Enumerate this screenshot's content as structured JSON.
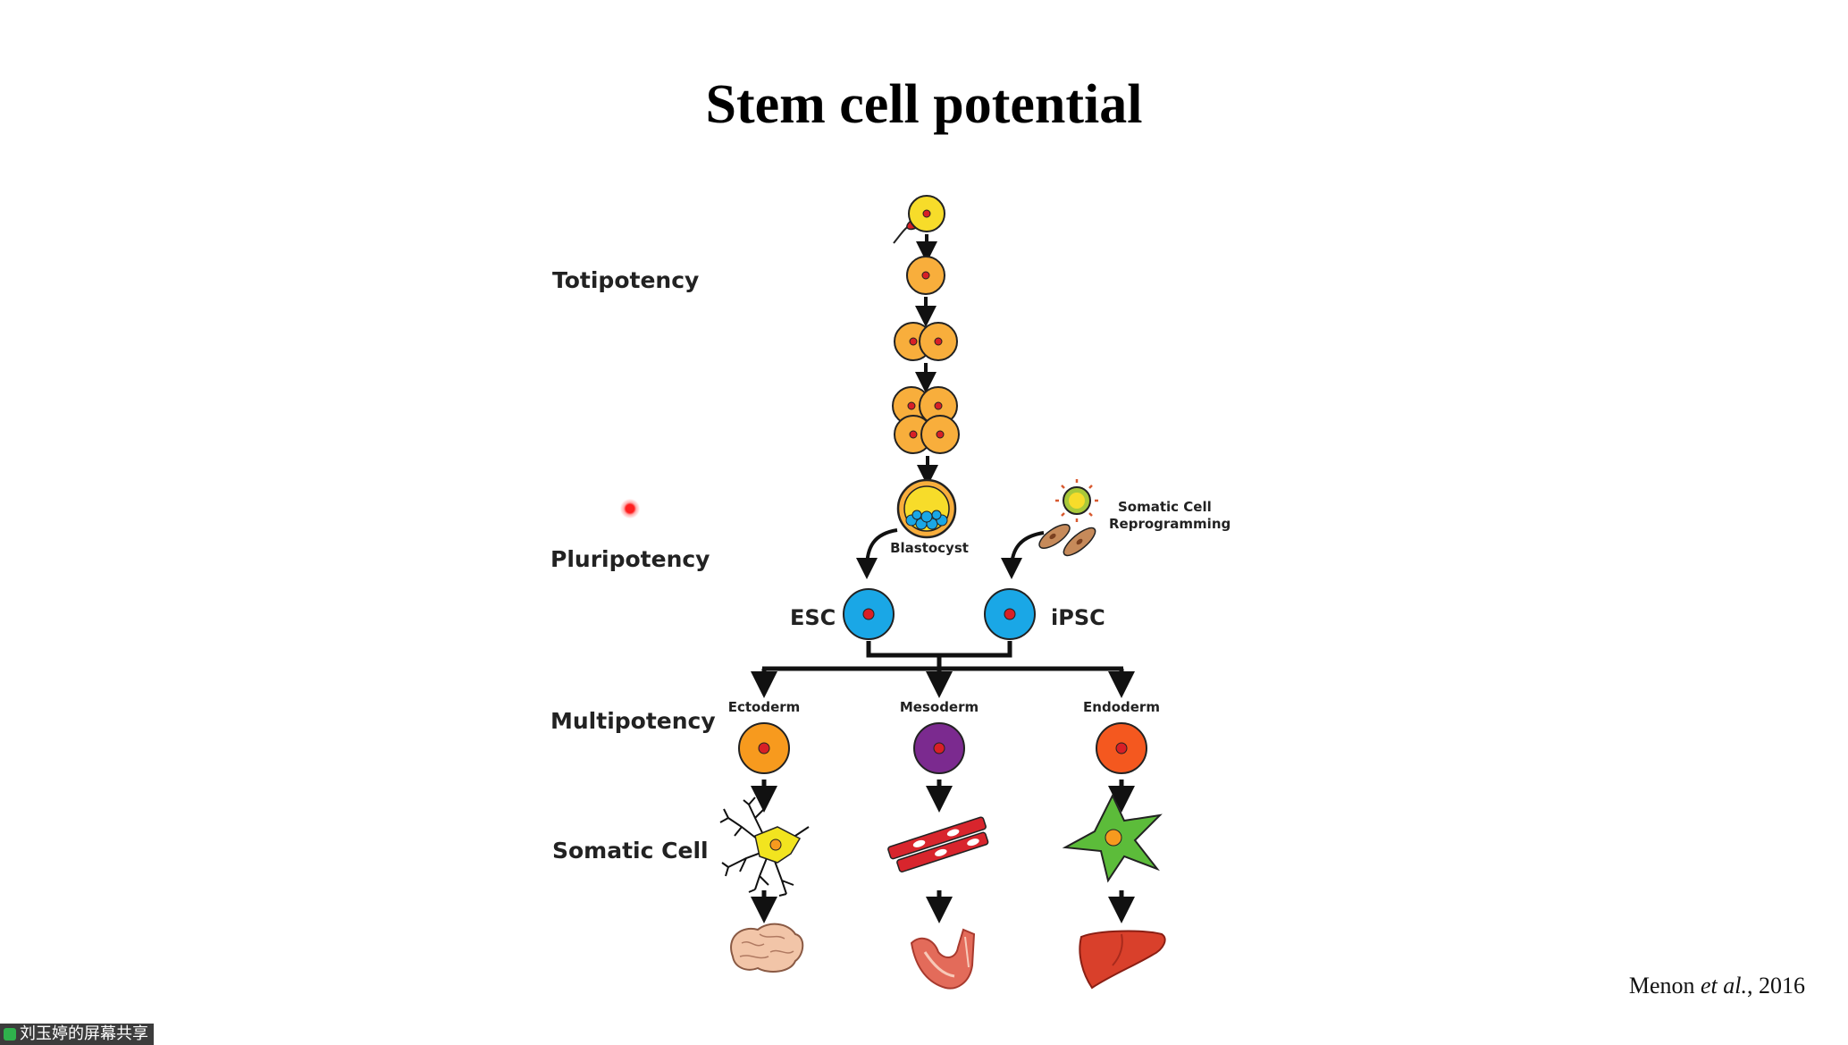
{
  "slide": {
    "title": "Stem cell potential",
    "citation": {
      "author": "Menon ",
      "etal": "et al.",
      "year": ", 2016"
    }
  },
  "levels": {
    "totipotency": "Totipotency",
    "pluripotency": "Pluripotency",
    "multipotency": "Multipotency",
    "somatic": "Somatic Cell"
  },
  "labels": {
    "blastocyst": "Blastocyst",
    "reprogramming_1": "Somatic Cell",
    "reprogramming_2": "Reprogramming",
    "esc": "ESC",
    "ipsc": "iPSC",
    "ectoderm": "Ectoderm",
    "mesoderm": "Mesoderm",
    "endoderm": "Endoderm"
  },
  "colors": {
    "zygote": "#f7dc2a",
    "cleavage": "#f8ae3c",
    "stem": "#1aa7e6",
    "nucleus": "#d81f26",
    "ectoderm": "#f79a1e",
    "mesoderm": "#7b2a8f",
    "endoderm": "#f4581f",
    "neuron": "#f2e41f",
    "muscle": "#d8252d",
    "epithelial": "#5cbc3a",
    "liver": "#d9402b"
  },
  "screen_share": {
    "label": "刘玉婷的屏幕共享"
  }
}
